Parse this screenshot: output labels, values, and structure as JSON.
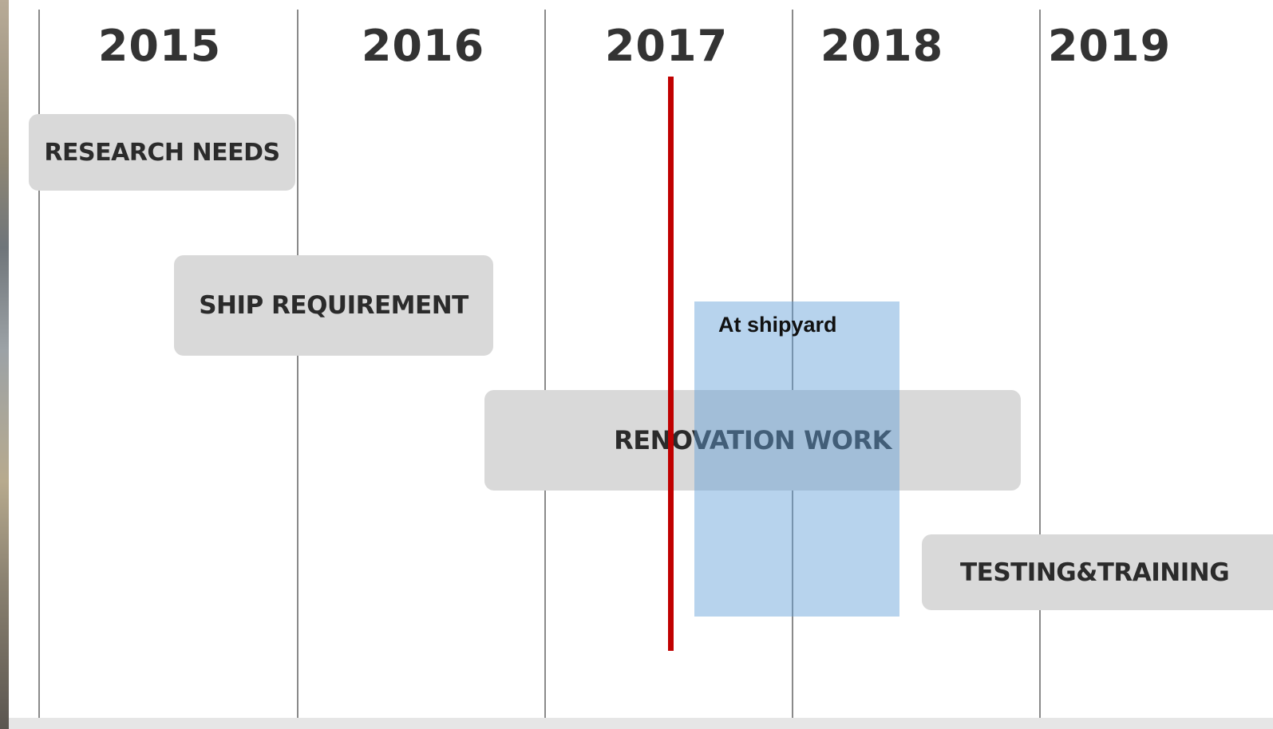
{
  "timeline": {
    "years": [
      "2015",
      "2016",
      "2017",
      "2018",
      "2019"
    ],
    "bars": [
      {
        "label": "RESEARCH NEEDS"
      },
      {
        "label": "SHIP REQUIREMENT"
      },
      {
        "label": "RENOVATION WORK"
      },
      {
        "label": "TESTING&TRAINING"
      }
    ],
    "highlight": {
      "label": "At shipyard"
    }
  },
  "colors": {
    "bar": "#d9d9d9",
    "bar_text": "#2b2b2b",
    "year_text": "#333333",
    "divider": "#8a8a8a",
    "highlight": "#609dd6",
    "marker_line": "#c00000"
  }
}
